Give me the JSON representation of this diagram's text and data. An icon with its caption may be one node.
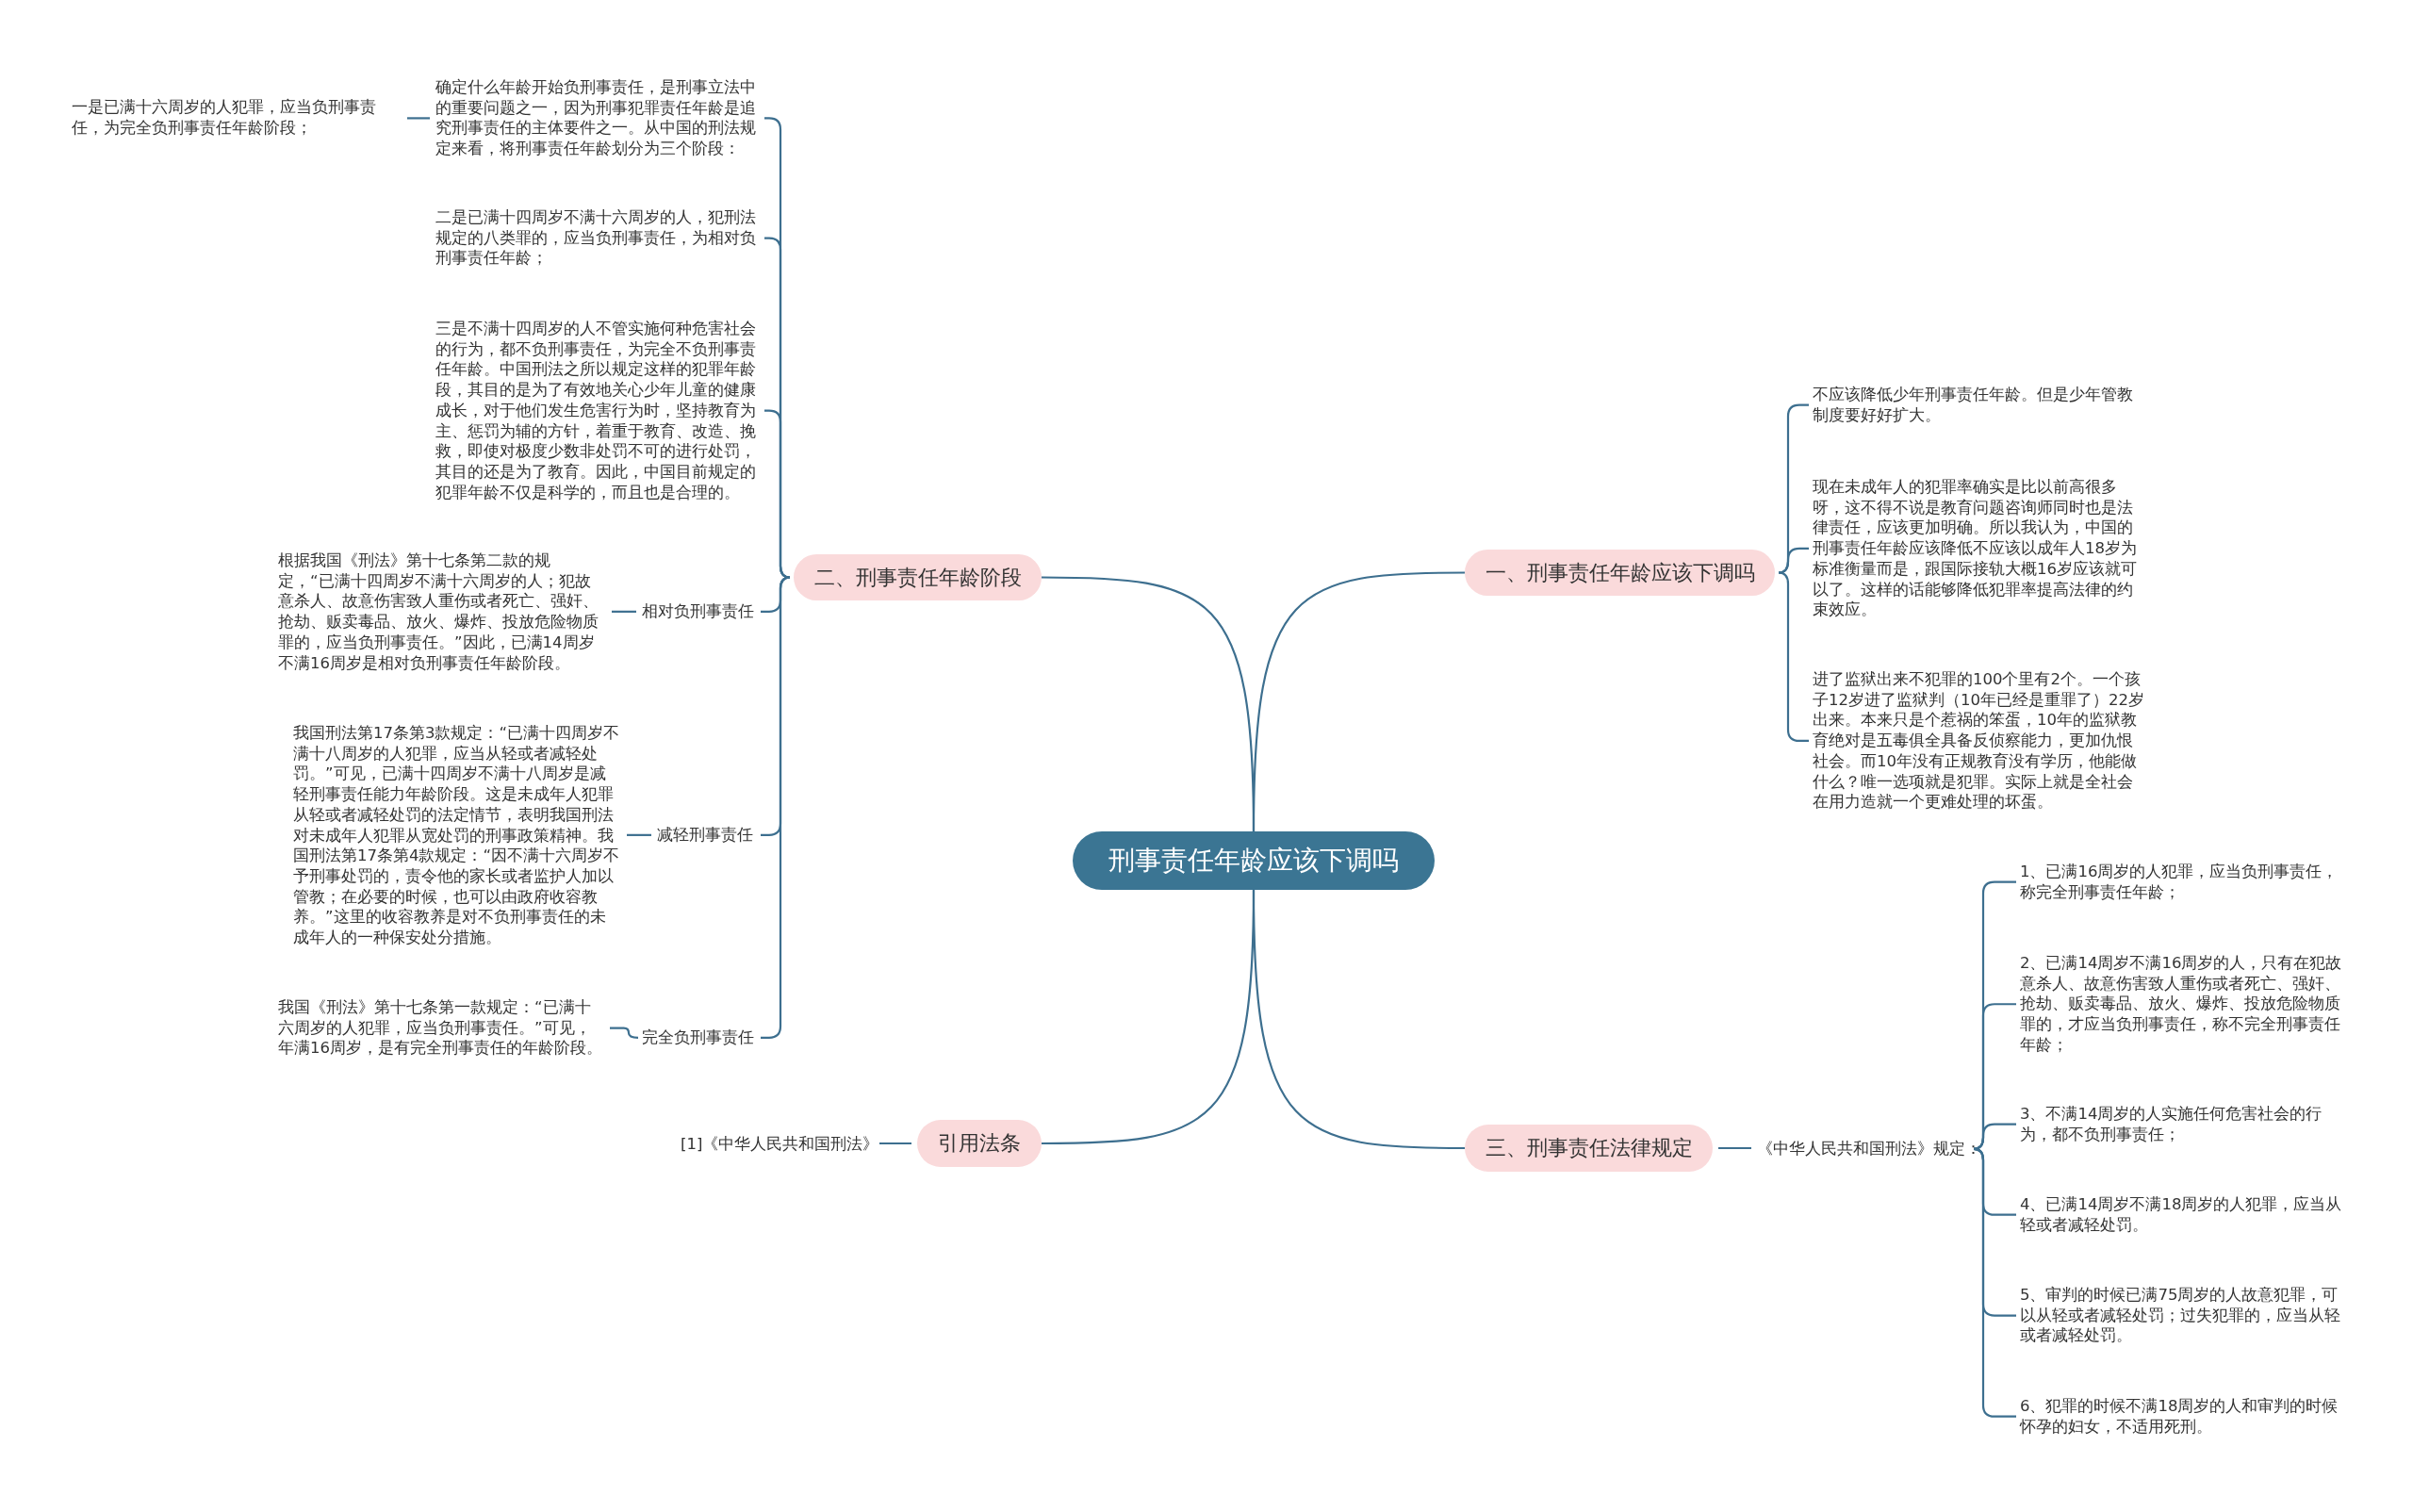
{
  "diagram": {
    "nodes": [
      {
        "text": [
          "刑事责任年龄应该下调吗"
        ]
      },
      {
        "text": [
          "一、刑事责任年龄应该下调吗"
        ]
      },
      {
        "text": [
          "二、刑事责任年龄阶段"
        ]
      },
      {
        "text": [
          "三、刑事责任法律规定"
        ]
      },
      {
        "text": [
          "引用法条"
        ]
      },
      {
        "text": [
          "不应该降低少年刑事责任年龄。但是少年管教制度要好好扩大。"
        ]
      },
      {
        "text": [
          "现在未成年人的犯罪率确实是比以前高很多呀，这不得不说是教育问题咨询师同时也是法律责任，应该更加明确。所以我认为，中国的刑事责任年龄应该降低不应该以成年人18岁为标准衡量而是，跟国际接轨大概16岁应该就可以了。这样的话能够降低犯罪率提高法律的约束效应。"
        ]
      },
      {
        "text": [
          "进了监狱出来不犯罪的100个里有2个。一个孩子12岁进了监狱判（10年已经是重罪了）22岁出来。本来只是个惹祸的笨蛋，10年的监狱教育绝对是五毒俱全具备反侦察能力，更加仇恨社会。而10年没有正规教育没有学历，他能做什么？唯一选项就是犯罪。实际上就是全社会在用力造就一个更难处理的坏蛋。"
        ]
      },
      {
        "text": [
          "确定什么年龄开始负刑事责任，是刑事立法中的重要问题之一，因为刑事犯罪责任年龄是追究刑事责任的主体要件之一。从中国的刑法规定来看，将刑事责任年龄划分为三个阶段："
        ]
      },
      {
        "text": [
          "一是已满十六周岁的人犯罪，应当负刑事责任，为完全负刑事责任年龄阶段；"
        ]
      },
      {
        "text": [
          "二是已满十四周岁不满十六周岁的人，犯刑法规定的八类罪的，应当负刑事责任，为相对负刑事责任年龄；"
        ]
      },
      {
        "text": [
          "三是不满十四周岁的人不管实施何种危害社会的行为，都不负刑事责任，为完全不负刑事责任年龄。中国刑法之所以规定这样的犯罪年龄段，其目的是为了有效地关心少年儿童的健康成长，对于他们发生危害行为时，坚持教育为主、惩罚为辅的方针，着重于教育、改造、挽救，即使对极度少数非处罚不可的进行处罚，其目的还是为了教育。因此，中国目前规定的犯罪年龄不仅是科学的，而且也是合理的。"
        ]
      },
      {
        "text": [
          "相对负刑事责任"
        ]
      },
      {
        "text": [
          "根据我国《刑法》第十七条第二款的规定，“已满十四周岁不满十六周岁的人；犯故意杀人、故意伤害致人重伤或者死亡、强奸、抢劫、贩卖毒品、放火、爆炸、投放危险物质罪的，应当负刑事责任。”因此，已满14周岁不满16周岁是相对负刑事责任年龄阶段。"
        ]
      },
      {
        "text": [
          "减轻刑事责任"
        ]
      },
      {
        "text": [
          "我国刑法第17条第3款规定：“已满十四周岁不满十八周岁的人犯罪，应当从轻或者减轻处罚。”可见，已满十四周岁不满十八周岁是减轻刑事责任能力年龄阶段。这是未成年人犯罪从轻或者减轻处罚的法定情节，表明我国刑法对未成年人犯罪从宽处罚的刑事政策精神。我国刑法第17条第4款规定：“因不满十六周岁不予刑事处罚的，责令他的家长或者监护人加以管教；在必要的时候，也可以由政府收容教养。”这里的收容教养是对不负刑事责任的未成年人的一种保安处分措施。"
        ]
      },
      {
        "text": [
          "完全负刑事责任"
        ]
      },
      {
        "text": [
          "我国《刑法》第十七条第一款规定：“已满十六周岁的人犯罪，应当负刑事责任。”可见，年满16周岁，是有完全刑事责任的年龄阶段。"
        ]
      },
      {
        "text": [
          "[1]《中华人民共和国刑法》"
        ]
      },
      {
        "text": [
          "《中华人民共和国刑法》规定："
        ]
      },
      {
        "text": [
          "1、已满16周岁的人犯罪，应当负刑事责任，称完全刑事责任年龄；"
        ]
      },
      {
        "text": [
          "2、已满14周岁不满16周岁的人，只有在犯故意杀人、故意伤害致人重伤或者死亡、强奸、抢劫、贩卖毒品、放火、爆炸、投放危险物质罪的，才应当负刑事责任，称不完全刑事责任年龄；"
        ]
      },
      {
        "text": [
          "3、不满14周岁的人实施任何危害社会的行为，都不负刑事责任；"
        ]
      },
      {
        "text": [
          "4、已满14周岁不满18周岁的人犯罪，应当从轻或者减轻处罚。"
        ]
      },
      {
        "text": [
          "5、审判的时候已满75周岁的人故意犯罪，可以从轻或者减轻处罚；过失犯罪的，应当从轻或者减轻处罚。"
        ]
      },
      {
        "text": [
          "6、犯罪的时候不满18周岁的人和审判的时候怀孕的妇女，不适用死刑。"
        ]
      }
    ],
    "edges": [
      {
        "from": 0,
        "to": 1,
        "arrow": "none"
      },
      {
        "from": 0,
        "to": 2,
        "arrow": "none"
      },
      {
        "from": 0,
        "to": 3,
        "arrow": "none"
      },
      {
        "from": 0,
        "to": 4,
        "arrow": "none"
      },
      {
        "from": 1,
        "to": 5,
        "arrow": "none"
      },
      {
        "from": 1,
        "to": 6,
        "arrow": "none"
      },
      {
        "from": 1,
        "to": 7,
        "arrow": "none"
      },
      {
        "from": 2,
        "to": 8,
        "arrow": "none"
      },
      {
        "from": 8,
        "to": 9,
        "arrow": "none"
      },
      {
        "from": 2,
        "to": 10,
        "arrow": "none"
      },
      {
        "from": 2,
        "to": 11,
        "arrow": "none"
      },
      {
        "from": 2,
        "to": 12,
        "arrow": "none"
      },
      {
        "from": 12,
        "to": 13,
        "arrow": "none"
      },
      {
        "from": 2,
        "to": 14,
        "arrow": "none"
      },
      {
        "from": 14,
        "to": 15,
        "arrow": "none"
      },
      {
        "from": 2,
        "to": 16,
        "arrow": "none"
      },
      {
        "from": 16,
        "to": 17,
        "arrow": "none"
      },
      {
        "from": 4,
        "to": 18,
        "arrow": "none"
      },
      {
        "from": 3,
        "to": 19,
        "arrow": "none"
      },
      {
        "from": 19,
        "to": 20,
        "arrow": "none"
      },
      {
        "from": 19,
        "to": 21,
        "arrow": "none"
      },
      {
        "from": 19,
        "to": 22,
        "arrow": "none"
      },
      {
        "from": 19,
        "to": 23,
        "arrow": "none"
      },
      {
        "from": 19,
        "to": 24,
        "arrow": "none"
      },
      {
        "from": 19,
        "to": 25,
        "arrow": "none"
      }
    ]
  }
}
